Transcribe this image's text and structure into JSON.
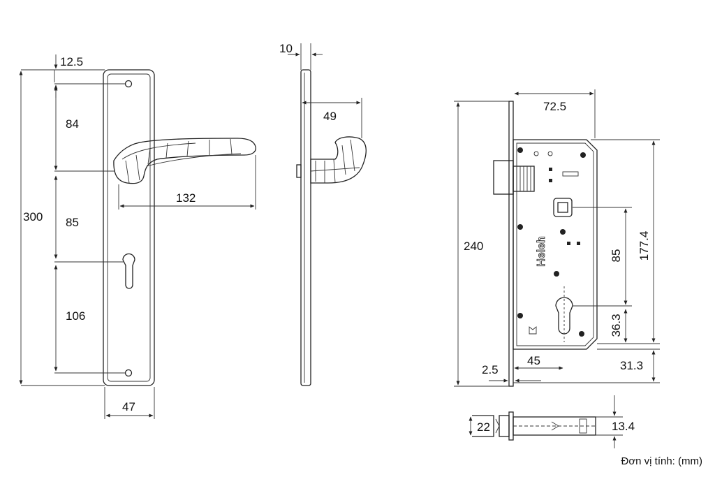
{
  "dimensions": {
    "plate_top_offset": "12.5",
    "seg_top": "84",
    "seg_mid": "85",
    "seg_bottom": "106",
    "plate_height": "300",
    "plate_width": "47",
    "handle_length": "132",
    "plate_thickness": "10",
    "handle_projection": "49",
    "backset": "72.5",
    "case_height": "240",
    "spindle_to_cylinder": "85",
    "screw_span": "177.4",
    "cylinder_to_bottom": "36.3",
    "bottom_offset": "31.3",
    "faceplate_thickness": "2.5",
    "cylinder_backset": "45",
    "latch_width": "22",
    "latch_height": "13.4"
  },
  "brand_logo": "Heleh",
  "unit_label": "Đơn vị tính: (mm)",
  "colors": {
    "line": "#222222",
    "background": "#ffffff"
  }
}
